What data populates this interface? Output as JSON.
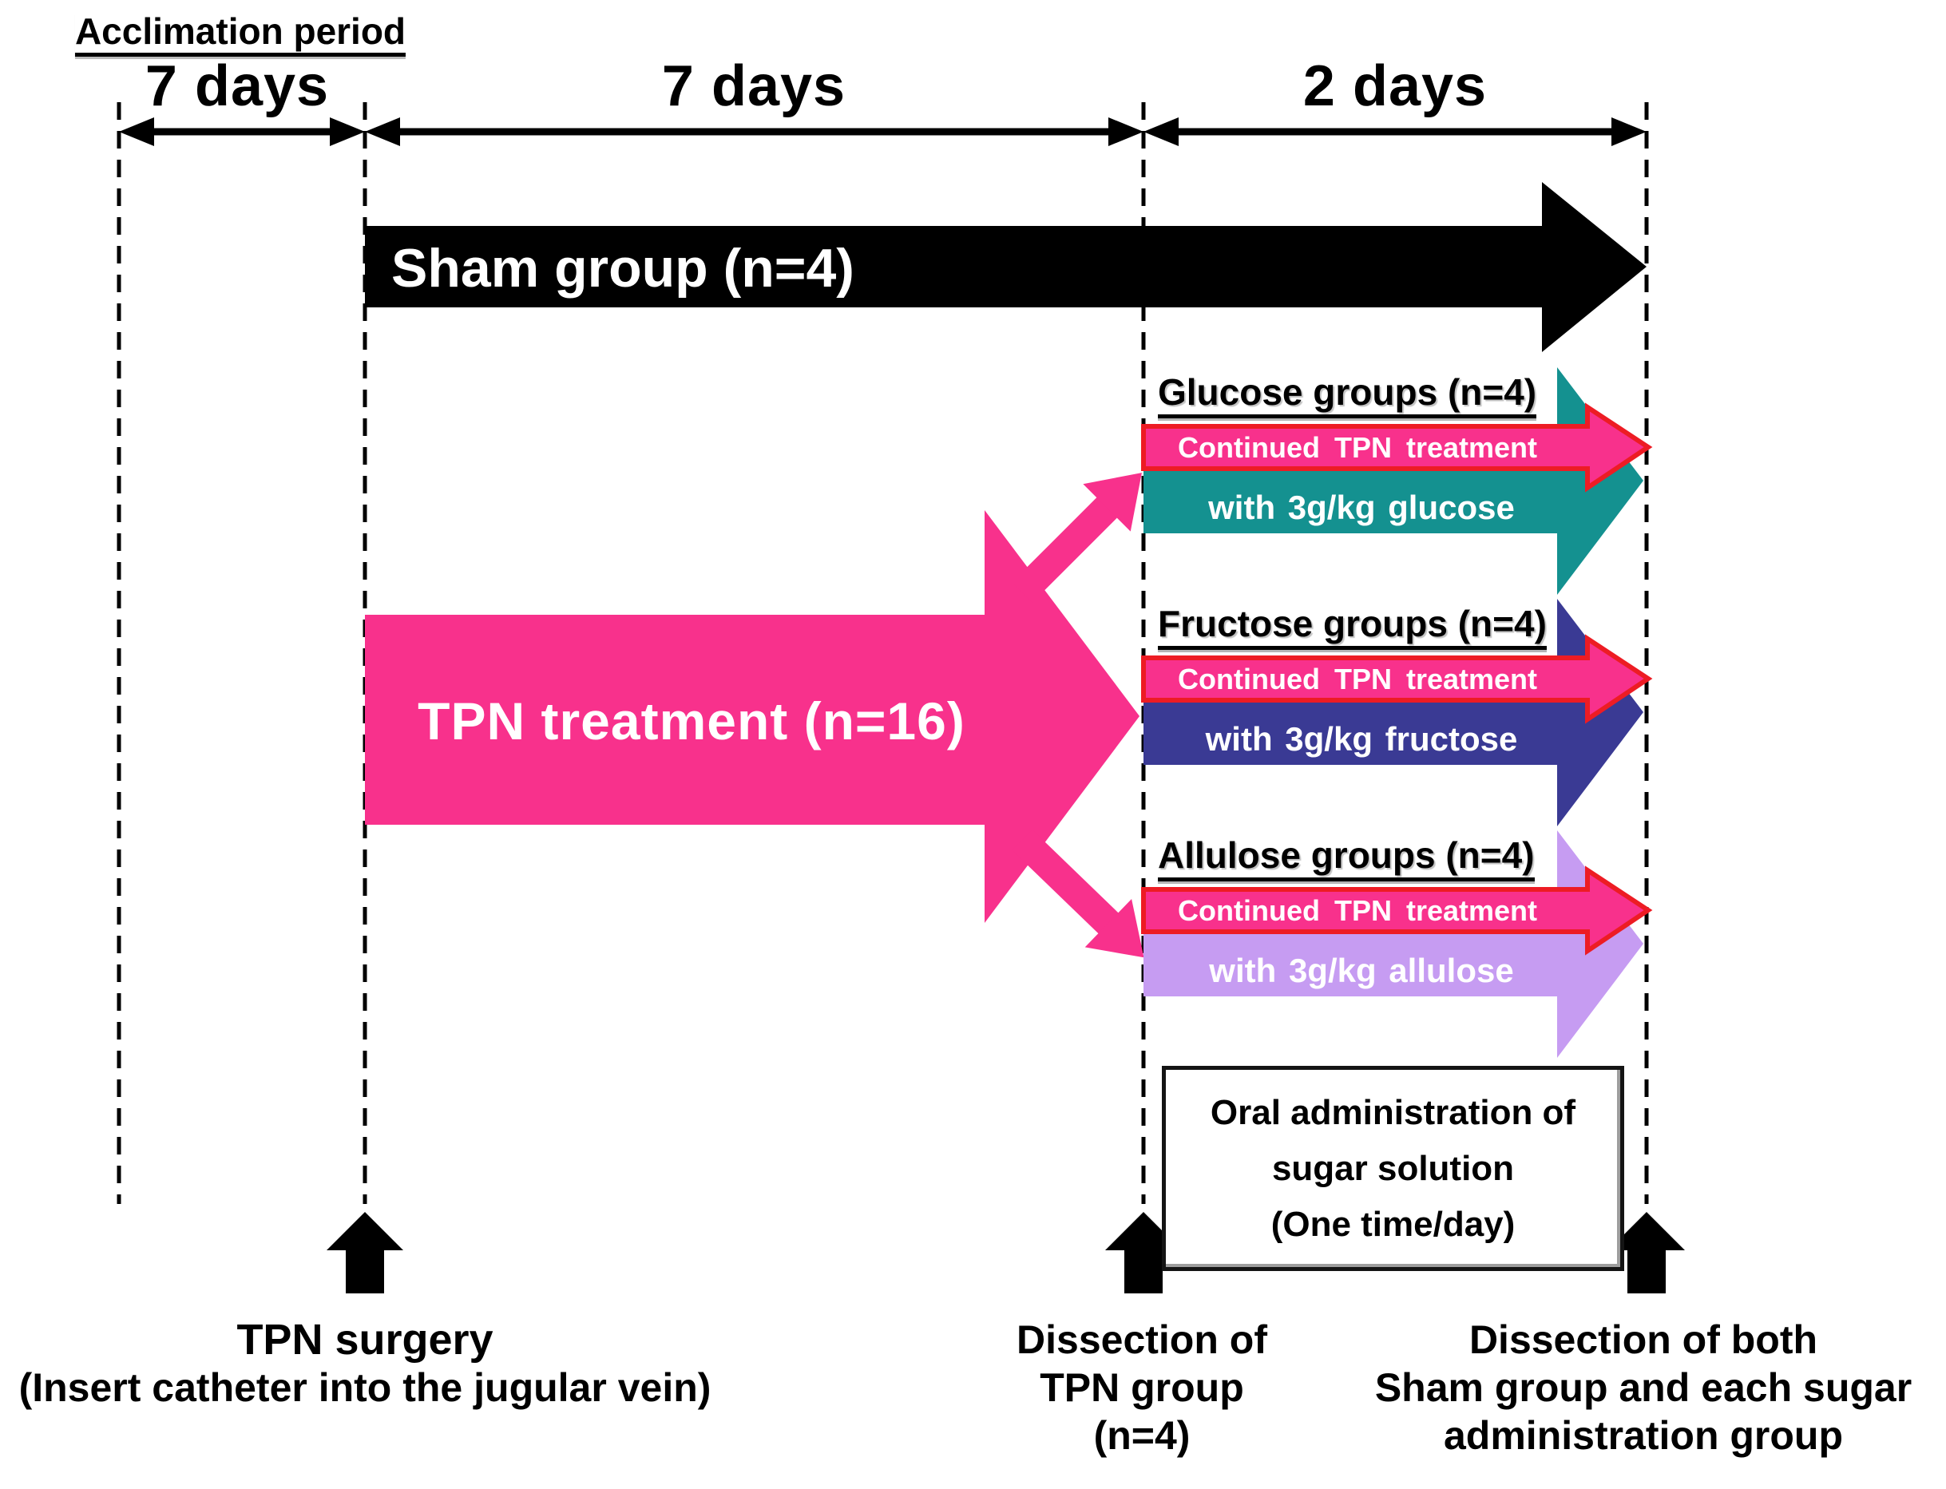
{
  "timeline": {
    "acclimation_label": "Acclimation period",
    "periods": [
      {
        "label": "7 days"
      },
      {
        "label": "7 days"
      },
      {
        "label": "2 days"
      }
    ]
  },
  "sham": {
    "label": "Sham group (n=4)"
  },
  "tpn": {
    "label": "TPN treatment  (n=16)"
  },
  "groups": [
    {
      "name": "Glucose groups (n=4)",
      "continued_label": "Continued TPN treatment",
      "with_label": "with 3g/kg glucose",
      "color": "#149190"
    },
    {
      "name": "Fructose groups (n=4)",
      "continued_label": "Continued TPN treatment",
      "with_label": "with 3g/kg fructose",
      "color": "#3A3A94"
    },
    {
      "name": "Allulose groups (n=4)",
      "continued_label": "Continued TPN treatment",
      "with_label": "with 3g/kg allulose",
      "color": "#C69CF2"
    }
  ],
  "oral_box": {
    "line1": "Oral administration of",
    "line2": "sugar solution",
    "line3": "(One time/day)"
  },
  "events": [
    {
      "line1": "TPN surgery",
      "line2": "(Insert catheter into the jugular vein)"
    },
    {
      "line1": "Dissection of",
      "line2": "TPN group",
      "line3": "(n=4)"
    },
    {
      "line1": "Dissection of both",
      "line2": "Sham group and each sugar",
      "line3": "administration group"
    }
  ],
  "colors": {
    "sham_arrow": "#000000",
    "tpn_pink": "#F8318C",
    "continued_border_red": "#ED1C24",
    "glucose_teal": "#149190",
    "fructose_navy": "#3A3A94",
    "allulose_purple": "#C69CF2",
    "text_black": "#000000",
    "text_white": "#FFFFFF"
  }
}
